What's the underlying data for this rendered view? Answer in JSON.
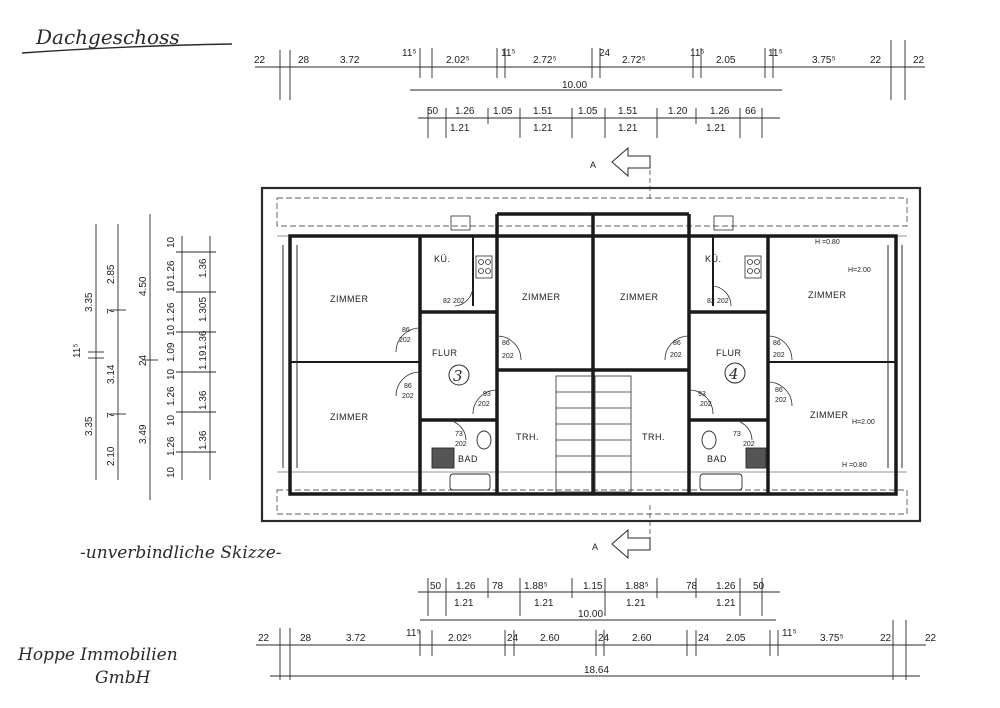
{
  "title": "Dachgeschoss",
  "note": "-unverbindliche Skizze-",
  "company": [
    "Hoppe Immobilien",
    "GmbH"
  ],
  "rooms": {
    "zimmer": "ZIMMER",
    "kueche": "KÜ.",
    "flur": "FLUR",
    "bad": "BAD",
    "treppe": "TRH.",
    "unit_left": "3",
    "unit_right": "4"
  },
  "section": "A",
  "heights": {
    "h080": "H =0.80",
    "h200": "H=2.00"
  },
  "doors": {
    "d86": "86",
    "d82": "82",
    "d93": "93",
    "d73": "73",
    "d202": "202"
  },
  "dims_top": {
    "row1": [
      "22",
      "28",
      "3.72",
      "11⁵",
      "2.02⁵",
      "11⁵",
      "2.72⁵",
      "24",
      "2.72⁵",
      "11⁵",
      "2.05",
      "11⁵",
      "3.75⁵",
      "22",
      "22"
    ],
    "total1": "10.00",
    "row2": [
      "50",
      "1.26",
      "1.05",
      "1.51",
      "1.05",
      "1.51",
      "1.20",
      "1.26",
      "66"
    ],
    "row3": [
      "1.21",
      "1.21",
      "1.21",
      "1.21"
    ]
  },
  "dims_bottom": {
    "row1": [
      "50",
      "1.26",
      "78",
      "1.88⁵",
      "1.15",
      "1.88⁵",
      "78",
      "1.26",
      "50"
    ],
    "row2": [
      "1.21",
      "1.21",
      "1.21",
      "1.21"
    ],
    "total1": "10.00",
    "row3": [
      "22",
      "28",
      "3.72",
      "11⁵",
      "2.02⁵",
      "24",
      "2.60",
      "24",
      "2.60",
      "24",
      "2.05",
      "11⁵",
      "3.75⁵",
      "22",
      "22"
    ],
    "total2": "18.64"
  },
  "dims_left": {
    "col1": [
      "3.35",
      "11⁵",
      "3.35"
    ],
    "col2": [
      "2.85",
      "7",
      "3.14",
      "7",
      "2.10"
    ],
    "col3": [
      "4.50",
      "24",
      "3.49"
    ],
    "col4": [
      "10",
      "1.26",
      "10",
      "1.26",
      "10",
      "1.09",
      "10",
      "1.26",
      "10",
      "1.26",
      "10"
    ],
    "col5": [
      "1.36",
      "1.305",
      "1.36",
      "1.19",
      "1.36",
      "1.36"
    ]
  }
}
